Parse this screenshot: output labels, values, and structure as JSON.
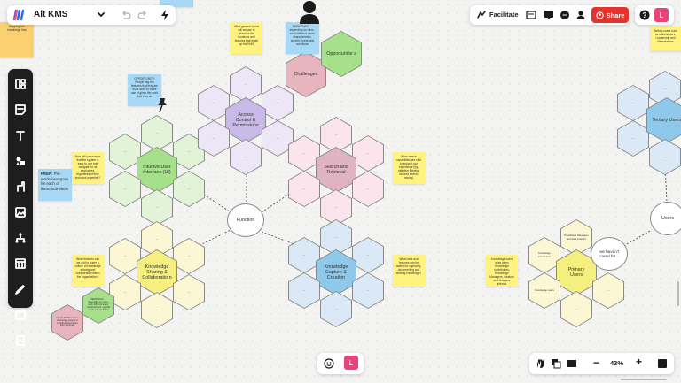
{
  "board_name": "Alt KMS",
  "colors": {
    "accent": "#e5322d",
    "lightgreen": "#e2f3d8",
    "green": "#a6e08a",
    "lightpink": "#fbe4ec",
    "pink": "#e0b3c3",
    "lightblue": "#dbe9f6",
    "blue": "#8ec8ea",
    "lightyellow": "#fbf6d4",
    "yellow": "#f5ef80",
    "lightlilac": "#ece6f7",
    "lilac": "#c9b9e8",
    "sticky_yellow": "#fff27e",
    "sticky_blue": "#a7d8f5"
  },
  "toolbar_top_right": {
    "facilitate_label": "Facilitate",
    "share_label": "Share",
    "avatar_initial": "L"
  },
  "bottom_bar": {
    "zoom_label": "43%",
    "avatar_initial": "L"
  },
  "hexes": {
    "intuitive": "Intuitive User Interface (UI)",
    "access": "Access Control & Permissions",
    "search": "Search and Retrieval",
    "knowledge_share": "Knowledge Sharing & Collaboratio n",
    "knowledge_capture": "Knowledge Capture & Creation",
    "challenges": "Challenges",
    "opportunities": "Opportunitie s",
    "primary_users": "Primary Users",
    "tertiary_users": "Tertiary Users",
    "placeholder": "...",
    "pu_top": "Knowledge Managers and data curators",
    "pu_left": "Knowledge contributors",
    "pu_bl": "Knowledge users"
  },
  "circles": {
    "function": "Function",
    "users": "Users",
    "uncared": "we haven't cared for..."
  },
  "stickies": {
    "prep_title": "PREP:",
    "prep_body": "Pre-made hexagons for each of these sub-ideas",
    "opportunity": "OPPORTUNITY: People flag the features that they are most likely to make use of given the work that they do",
    "persona": "PERSONAS → depending on roles - each different users' characteristics, specific needs and workflows",
    "tl_note": "What general words will we use to describe the functions and features that make up the KMS",
    "right_search": "What search capabilities are vital to support our experience (eg, effective filtering, tailored search results)",
    "left_ui": "How will you ensure that the system is easy to use and navigate for all employees, regardless of their technical expertise?",
    "left_share": "What features can we add to foster a culture of knowledge sharing and collaboration within the organization?",
    "right_capture": "What tools and features can be added for capturing, documenting and sharing knowledge?",
    "right_users": "Knowledge users arise when Knowledge contributors, Knowledge Managers, curators and librarians interact",
    "pink_challenge": "CHALLENGE: How to encourage people to contribute and share their expertise",
    "top_left_edge": "Mapping the knowledge flow",
    "top_right_edge": "Tertiary users such as stakeholders, Leadership and Researchers"
  }
}
